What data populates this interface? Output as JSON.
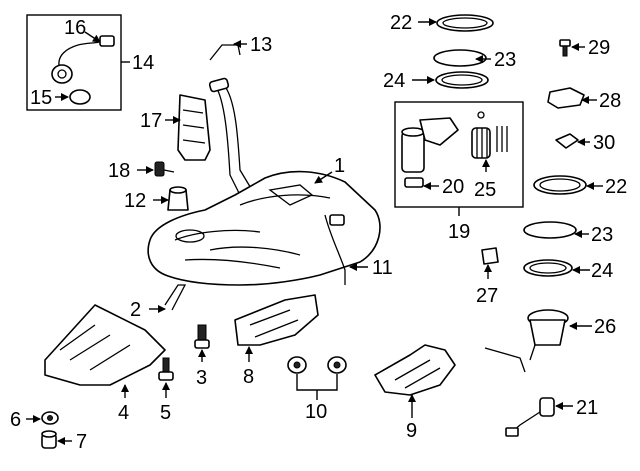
{
  "callouts": {
    "c1": "1",
    "c2": "2",
    "c3": "3",
    "c4": "4",
    "c5": "5",
    "c6": "6",
    "c7": "7",
    "c8": "8",
    "c9": "9",
    "c10": "10",
    "c11": "11",
    "c12": "12",
    "c13": "13",
    "c14": "14",
    "c15": "15",
    "c16": "16",
    "c17": "17",
    "c18": "18",
    "c19": "19",
    "c20": "20",
    "c21": "21",
    "c22a": "22",
    "c22b": "22",
    "c23a": "23",
    "c23b": "23",
    "c24a": "24",
    "c24b": "24",
    "c25": "25",
    "c26": "26",
    "c27": "27",
    "c28": "28",
    "c29": "29",
    "c30": "30"
  }
}
